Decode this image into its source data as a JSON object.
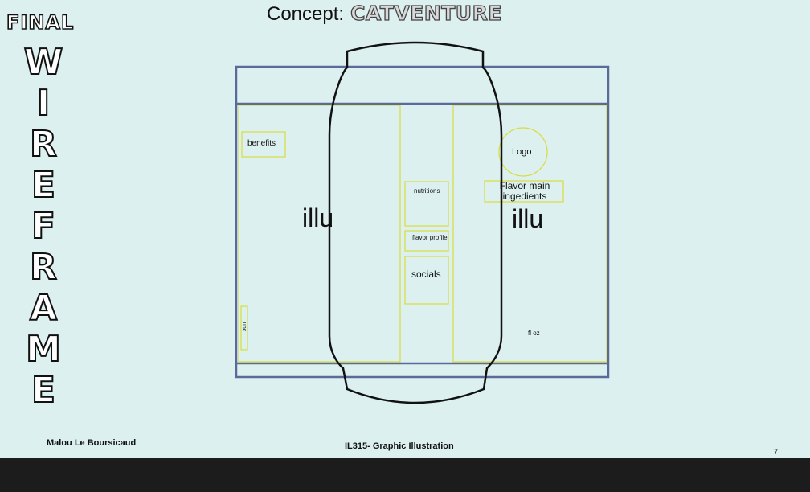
{
  "side_title": {
    "top_word": "FINAL",
    "big_word_letters": [
      "W",
      "I",
      "R",
      "E",
      "F",
      "R",
      "A",
      "M",
      "E"
    ]
  },
  "title": {
    "prefix": "Concept:",
    "name": "CATVENTURE"
  },
  "wireframe": {
    "left_panel_label": "illu",
    "right_panel_label": "illu",
    "benefits": "benefits",
    "nutritions": "nutritions",
    "flavor_profile": "flavor profile",
    "socials": "socials",
    "logo": "Logo",
    "flavor_main_ingredients": "Flavor main ingedients",
    "fl_oz": "fl oz",
    "upc": "upc"
  },
  "footer": {
    "author": "Malou Le Boursicaud",
    "course": "IL315- Graphic Illustration",
    "page_number": "7"
  },
  "colors": {
    "background": "#dcf0f0",
    "label_frame": "#5a6a99",
    "guide_yellow": "#d8dc3c",
    "can_outline": "#111111",
    "bottom_bar": "#1c1c1c"
  }
}
